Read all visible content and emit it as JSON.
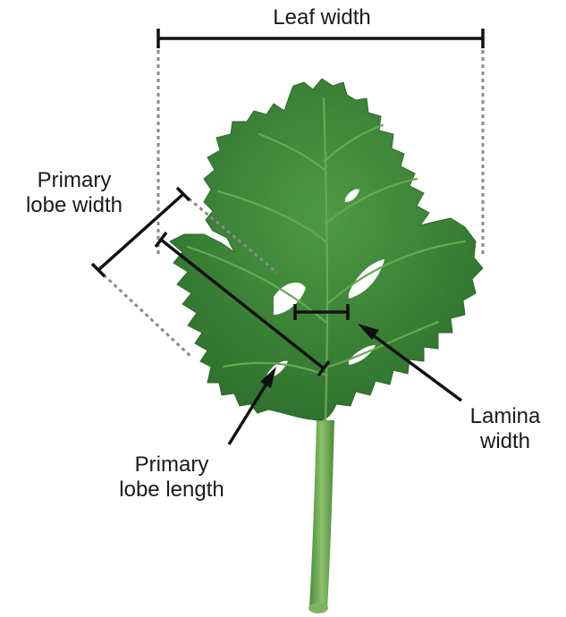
{
  "labels": {
    "leaf_width": "Leaf width",
    "primary_lobe_width_line1": "Primary",
    "primary_lobe_width_line2": "lobe width",
    "primary_lobe_length_line1": "Primary",
    "primary_lobe_length_line2": "lobe length",
    "lamina_width_line1": "Lamina",
    "lamina_width_line2": "width"
  },
  "colors": {
    "leaf": "#3f8a3a",
    "leaf_dark": "#2f6e2c",
    "vein": "#6fae55",
    "petiole": "#5c9a45",
    "measure_line": "#111111",
    "guide_line": "#8a8a8a"
  }
}
